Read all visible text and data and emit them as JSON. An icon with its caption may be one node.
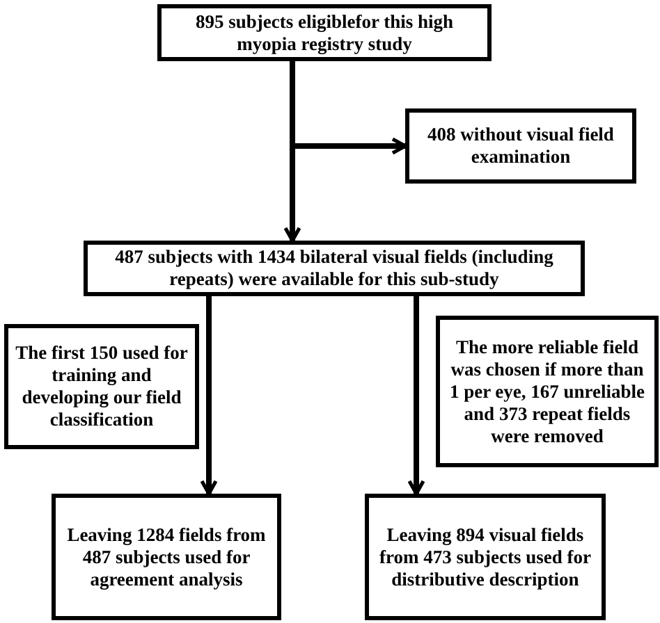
{
  "diagram": {
    "nodes": [
      {
        "text": [
          "895 subjects eligiblefor this high myopia registry study"
        ]
      },
      {
        "text": [
          "408 without visual field examination"
        ]
      },
      {
        "text": [
          "487 subjects with 1434 bilateral visual fields (including repeats) were available for this sub-study"
        ]
      },
      {
        "text": [
          "The first 150 used for training and developing our field classification"
        ]
      },
      {
        "text": [
          "The more reliable field was chosen if more than 1 per eye, 167 unreliable and 373 repeat fields were removed"
        ]
      },
      {
        "text": [
          "Leaving 1284 fields from 487 subjects used for agreement analysis"
        ]
      },
      {
        "text": [
          "Leaving 894 visual fields from 473 subjects used for distributive description"
        ]
      }
    ],
    "edges": [
      {
        "from": 0,
        "to": 1,
        "arrow": "to"
      },
      {
        "from": 0,
        "to": 2,
        "arrow": "to"
      },
      {
        "from": 2,
        "to": 5,
        "arrow": "to"
      },
      {
        "from": 2,
        "to": 6,
        "arrow": "to"
      }
    ]
  }
}
